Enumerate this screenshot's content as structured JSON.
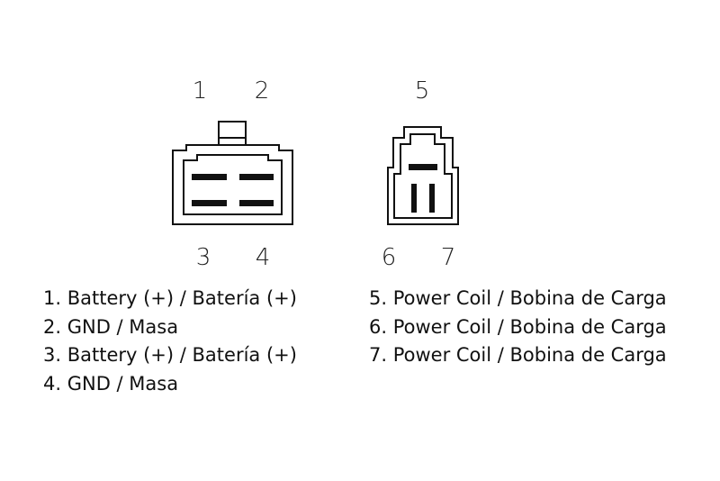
{
  "pin_numbers": {
    "p1": "1",
    "p2": "2",
    "p3": "3",
    "p4": "4",
    "p5": "5",
    "p6": "6",
    "p7": "7"
  },
  "legend_left": [
    "1. Battery (+) / Batería (+)",
    "2. GND / Masa",
    "3. Battery (+) / Batería (+)",
    "4. GND / Masa"
  ],
  "legend_right": [
    "5. Power Coil / Bobina de Carga",
    "6. Power Coil / Bobina de Carga",
    "7. Power Coil / Bobina de Carga"
  ]
}
